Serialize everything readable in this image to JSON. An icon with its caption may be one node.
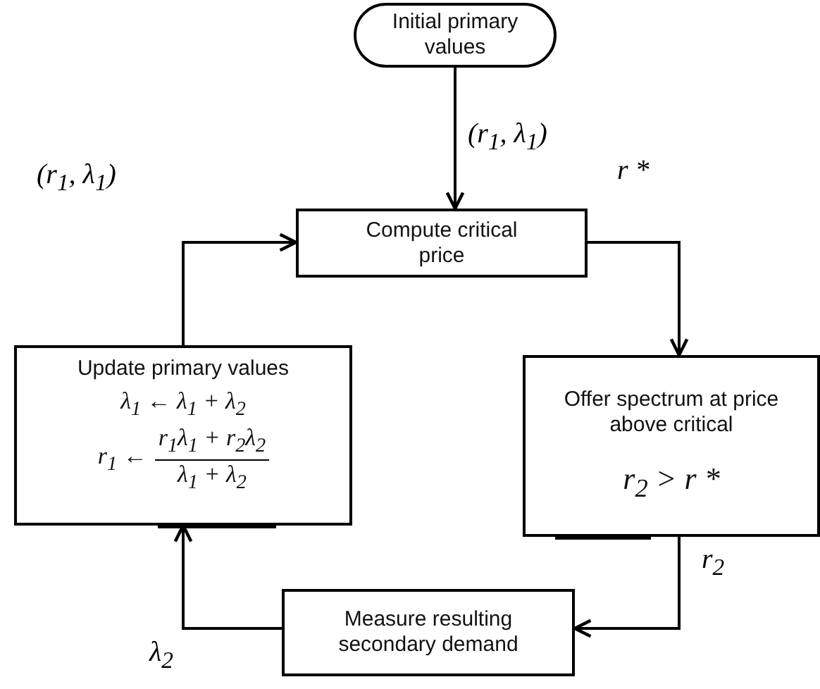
{
  "diagram": {
    "nodes": [
      {
        "text": [
          "Initial primary values"
        ]
      },
      {
        "text": [
          "Compute critical price"
        ]
      },
      {
        "text": [
          "Update primary values",
          "λ$_{1}$ ← λ$_{1}$ + λ$_{2}$",
          "r$_{1}$ ←",
          "r$_{1}$λ$_{1}$ + r$_{2}$λ$_{2}$",
          "λ$_{1}$ + λ$_{2}$"
        ]
      },
      {
        "text": [
          "Offer spectrum at price above critical",
          "r$_{2}$ > r *"
        ]
      },
      {
        "text": [
          "Measure resulting secondary demand"
        ]
      }
    ],
    "edges": [
      {
        "from": 0,
        "to": 1,
        "arrow": "to",
        "label": "(r$_{1}$, λ$_{1}$)"
      },
      {
        "from": 1,
        "to": 3,
        "arrow": "to",
        "label": "r *"
      },
      {
        "from": 3,
        "to": 4,
        "arrow": "to",
        "label": "r$_{2}$"
      },
      {
        "from": 4,
        "to": 2,
        "arrow": "to",
        "label": "λ$_{2}$"
      },
      {
        "from": 2,
        "to": 1,
        "arrow": "to",
        "label": "(r$_{1}$, λ$_{1}$)"
      }
    ]
  }
}
